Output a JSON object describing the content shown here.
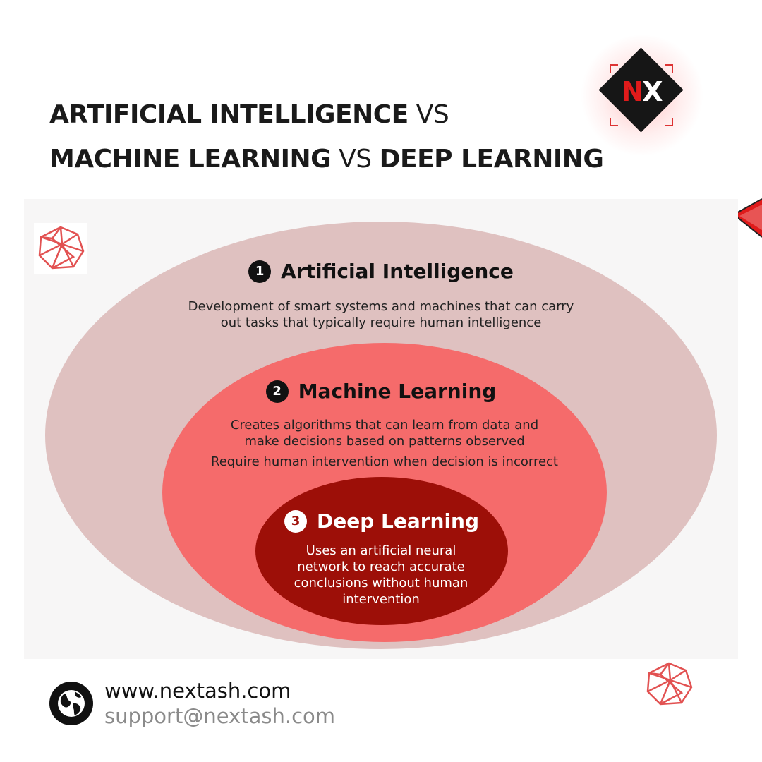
{
  "title": {
    "line1_bold": "ARTIFICIAL INTELLIGENCE",
    "line1_vs": "VS",
    "line2_bold_a": "MACHINE LEARNING",
    "line2_vs": "VS",
    "line2_bold_b": "DEEP LEARNING"
  },
  "logo": {
    "letter_n": "N",
    "letter_x": "X"
  },
  "layers": [
    {
      "number": "1",
      "heading": "Artificial Intelligence",
      "description_lines": [
        "Development of smart systems and machines that can carry",
        "out tasks that typically require human intelligence"
      ],
      "color": "#dfc1c0"
    },
    {
      "number": "2",
      "heading": "Machine Learning",
      "description_lines": [
        "Creates algorithms that can learn from data and",
        "make decisions based on patterns observed"
      ],
      "extra": "Require human intervention when decision is incorrect",
      "color": "#f56b6b"
    },
    {
      "number": "3",
      "heading": "Deep Learning",
      "description_lines": [
        "Uses an artificial neural",
        "network to reach accurate",
        "conclusions without human",
        "intervention"
      ],
      "color": "#9d0f08"
    }
  ],
  "footer": {
    "website": "www.nextash.com",
    "email": "support@nextash.com"
  },
  "colors": {
    "accent": "#e01b1b",
    "dark": "#161616"
  },
  "icons": [
    "globe-icon",
    "polyhedron-icon",
    "nx-logo"
  ]
}
